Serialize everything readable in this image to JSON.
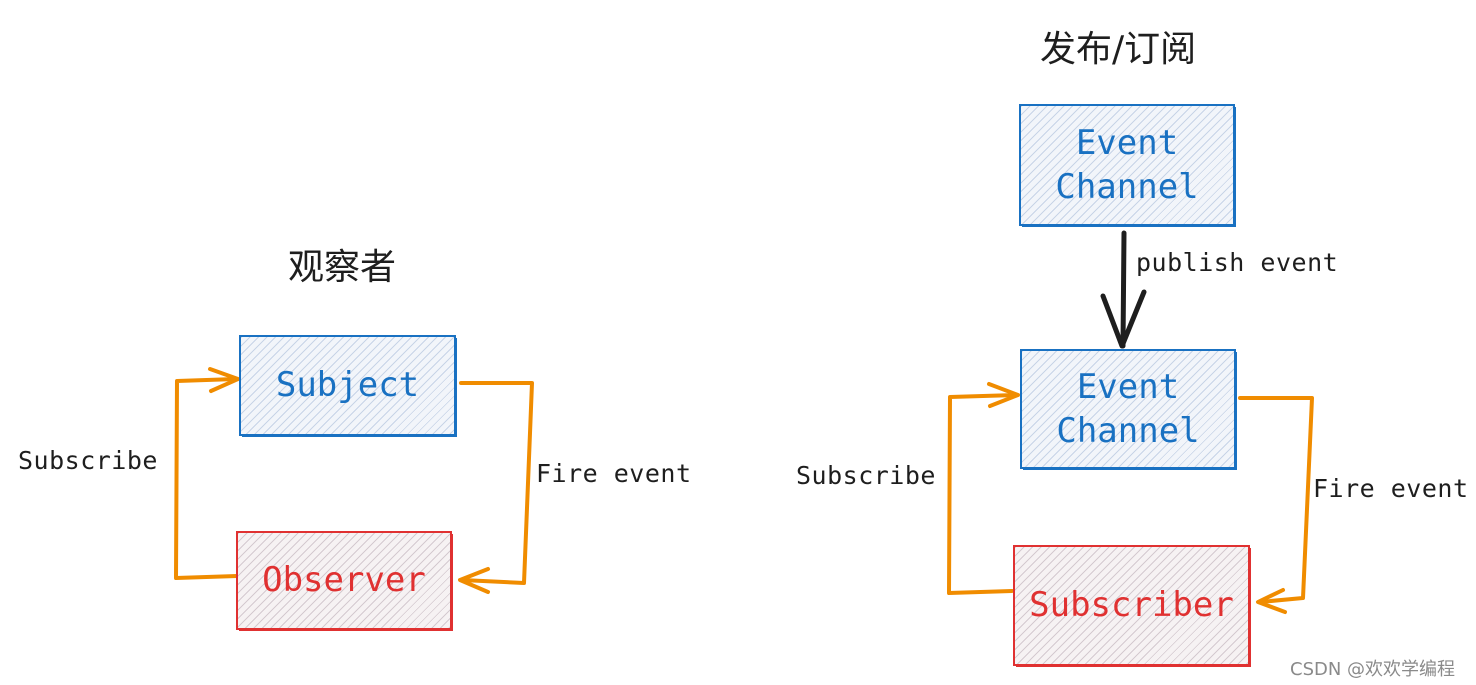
{
  "colors": {
    "subject_blue": "#1971c2",
    "observer_red": "#e03131",
    "arrow_orange": "#f08c00",
    "arrow_black": "#1e1e1e"
  },
  "observer_pattern": {
    "title": "观察者",
    "subject_label": "Subject",
    "observer_label": "Observer",
    "subscribe_label": "Subscribe",
    "fire_event_label": "Fire event"
  },
  "pubsub_pattern": {
    "title": "发布/订阅",
    "top_channel_line1": "Event",
    "top_channel_line2": "Channel",
    "publish_label": "publish event",
    "channel_line1": "Event",
    "channel_line2": "Channel",
    "subscriber_label": "Subscriber",
    "subscribe_label": "Subscribe",
    "fire_event_label": "Fire event"
  },
  "watermark": "CSDN @欢欢学编程"
}
